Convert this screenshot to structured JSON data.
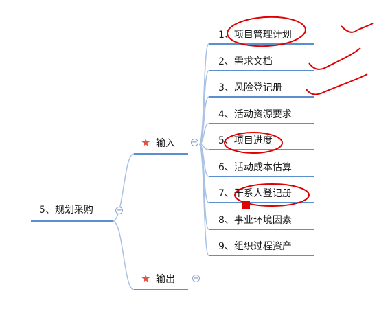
{
  "root": {
    "label": "5、规划采购"
  },
  "branches": [
    {
      "label": "输入",
      "icon": "star-icon",
      "toggle": "−",
      "items": [
        "1、项目管理计划",
        "2、需求文档",
        "3、风险登记册",
        "4、活动资源要求",
        "5、项目进度",
        "6、活动成本估算",
        "7、干系人登记册",
        "8、事业环境因素",
        "9、组织过程资产"
      ]
    },
    {
      "label": "输出",
      "icon": "star-icon",
      "toggle": "+"
    }
  ],
  "colors": {
    "line": "#5b8fd0",
    "connector": "#a9c1e2",
    "star": "#e8513f",
    "annotation": "#e00000"
  }
}
